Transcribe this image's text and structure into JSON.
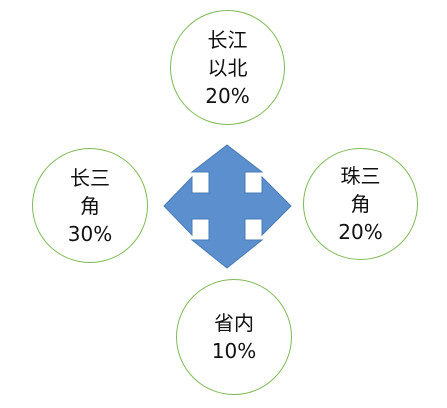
{
  "diagram": {
    "center_arrow": {
      "icon": "four-way-arrow-icon",
      "fill": "#5b8fcd",
      "stroke": "#4a7bb5"
    },
    "node_border_color": "#7fba57",
    "nodes": {
      "north": {
        "line1": "长江",
        "line2": "以北",
        "value": "20%"
      },
      "west": {
        "line1": "长三",
        "line2": "角",
        "value": "30%"
      },
      "east": {
        "line1": "珠三",
        "line2": "角",
        "value": "20%"
      },
      "south": {
        "line1": "省内",
        "value": "10%"
      }
    }
  }
}
